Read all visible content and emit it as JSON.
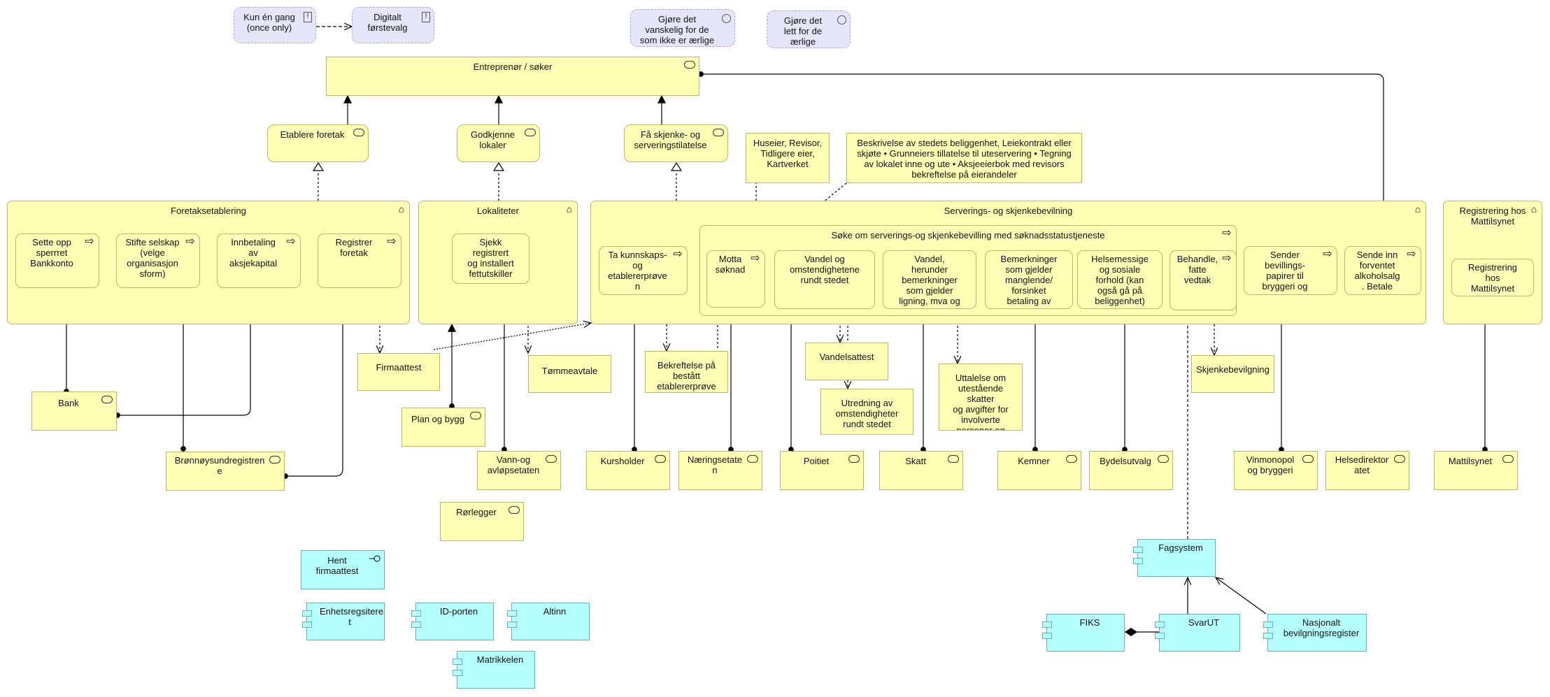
{
  "notes": {
    "once_only": "Kun én gang\n(once only)",
    "digital_first": "Digitalt\nførstevalg",
    "hard_dishonest": "Gjøre det\nvanskelig for de\nsom ikke er ærlige",
    "easy_honest": "Gjøre det\nlett for de\nærlige"
  },
  "actors": {
    "entrepreneur": "Entreprenør / søker",
    "bank": "Bank",
    "bronnoysund": "Brønnøysundregistren\ne",
    "plan_bygg": "Plan og bygg",
    "vann": "Vann-og\navløpsetaten",
    "rorlegger": "Rørlegger",
    "kursholder": "Kursholder",
    "naeringsetaten": "Næringsetate\nn",
    "politiet": "Poitiet",
    "skatt": "Skatt",
    "kemner": "Kemner",
    "bydelsutvalg": "Bydelsutvalg",
    "vinmonopol": "Vinmonopol\nog bryggeri",
    "helsedirektoratet": "Helsedirektor\natet",
    "mattilsynet": "Mattilsynet"
  },
  "services": {
    "etablere": "Etablere foretak",
    "godkjenne": "Godkjenne\nlokaler",
    "skjenke": "Få skjenke- og\nserveringstilatelse",
    "hent_firmaattest": "Hent\nfirmaattest"
  },
  "groups": {
    "foretak": "Foretaksetablering",
    "lokaliteter": "Lokaliteter",
    "servering": "Serverings- og skjenkebevilning",
    "soke": "Søke om serverings-og skjenkebevilling med søknadsstatustjeneste",
    "mattilsynet_reg": "Registrering hos\nMattilsynet"
  },
  "processes": {
    "sette_opp": "Sette opp\nsperrret\nBankkonto",
    "stifte": "Stifte selskap\n(velge\norganisasjon\nsform)",
    "innbetaling": "Innbetaling\nav\naksjekapital",
    "registrer": "Registrer\nforetak",
    "sjekk": "Sjekk\nregistrert\nog installert\nfettutskiller",
    "kunnskap": "Ta kunnskaps-\nog\netablererprøve\nn",
    "motta": "Motta\nsøknad",
    "vandel_omst": "Vandel og\nomstendighetene\nrundt stedet",
    "vandel_herunder": "Vandel,\nherunder\nbemerkninger\nsom gjelder\nligning, mva og",
    "bemerkninger": "Bemerkninger\nsom gjelder\nmanglende/\nforsinket\nbetaling av",
    "helsemessige": "Helsemessige\nog sosiale\nforhold (kan\nogså gå på\nbeliggenhet)",
    "behandle": "Behandle,\nfatte\nvedtak",
    "sender": "Sender\nbevillings-\npapirer til\nbryggeri og",
    "sende_inn": "Sende inn\nforventet\nalkoholsalg\n. Betale",
    "registrering_mt": "Registrering\nhos\nMattilsynet"
  },
  "objects": {
    "huseier": "Huseier, Revisor,\nTidligere eier,\nKartverket",
    "beskrivelse": "Beskrivelse av stedets beliggenhet,  Leiekontrakt eller\nskjøte • Grunneiers tillatelse til uteservering • Tegning\nav lokalet inne og ute • Aksjeeierbok med revisors\nbekreftelse på eierandeler",
    "firmaattest": "Firmaattest",
    "tommeavtale": "Tømmeavtale",
    "bekreftelse": "Bekreftelse på\nbestått\netablererprøve",
    "vandelsattest": "Vandelsattest",
    "utredning": "Utredning av\nomstendigheter\nrundt stedet",
    "uttalelse": "Uttalelse om\nutestående skatter\nog avgifter for\ninvolverte\npersoner og\nvirksomheter",
    "skjenkebevilgning": "Skjenkebevilgning"
  },
  "applications": {
    "fagsystem": "Fagsystem",
    "fiks": "FIKS",
    "svarut": "SvarUT",
    "nasjonalt": "Nasjonalt\nbevilgningsregister",
    "enhetsregister": "Enhetsregsitere\nt",
    "idporten": "ID-porten",
    "altinn": "Altinn",
    "matrikkelen": "Matrikkelen"
  }
}
